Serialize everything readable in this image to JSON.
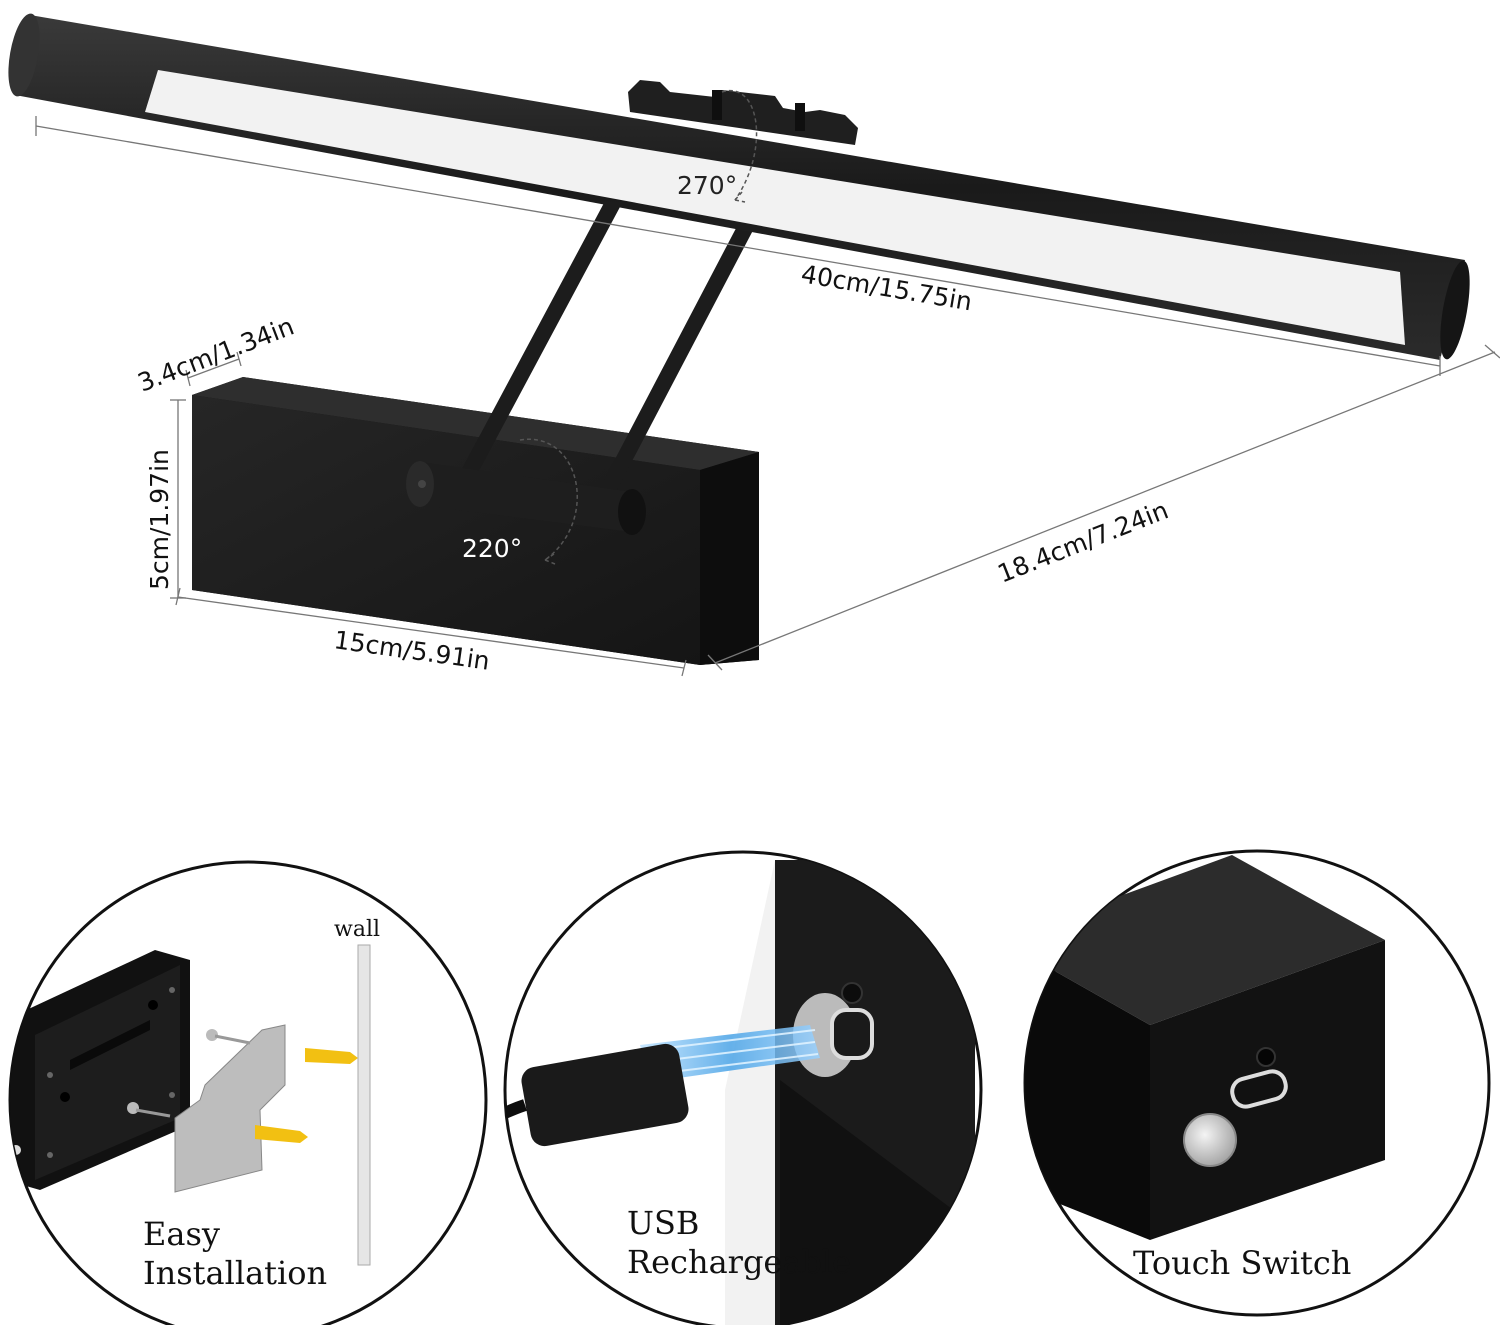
{
  "dimensions": {
    "length": "40cm/15.75in",
    "depth_total": "18.4cm/7.24in",
    "base_width": "15cm/5.91in",
    "base_height": "5cm/1.97in",
    "base_depth": "3.4cm/1.34in"
  },
  "angles": {
    "head_rotation": "270°",
    "arm_rotation": "220°"
  },
  "features": [
    {
      "line1": "Easy",
      "line2": "Installation",
      "wall_label": "wall"
    },
    {
      "line1": "USB",
      "line2": "Rechargeable"
    },
    {
      "line1": "Touch Switch"
    }
  ],
  "colors": {
    "lamp_body": "#1e1e1e",
    "led_strip": "#f2f2f2",
    "anchor_yellow": "#f2c012",
    "usb_glow": "#4aa3e6"
  },
  "icons": [
    "rotation-arrow-icon",
    "usb-c-port-icon",
    "touch-button-icon",
    "screw-icon",
    "wall-anchor-icon",
    "keyhole-slot-icon"
  ]
}
